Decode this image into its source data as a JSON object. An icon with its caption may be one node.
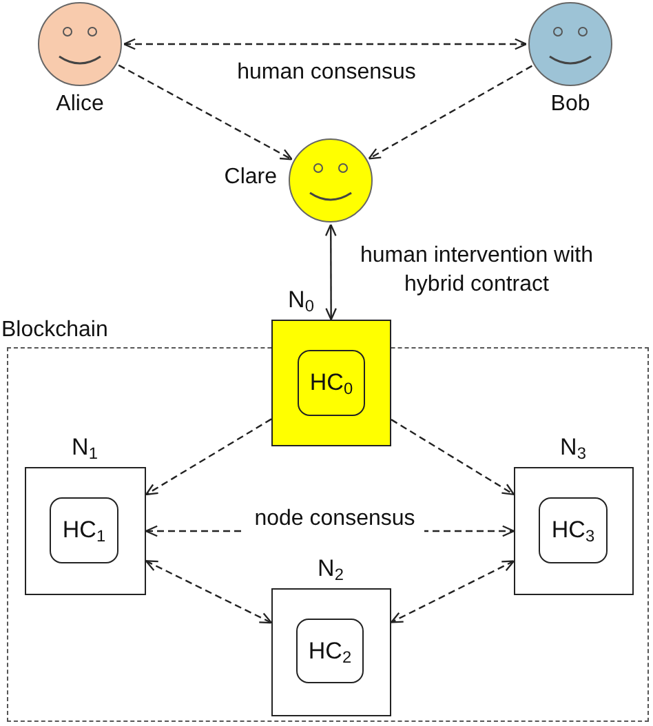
{
  "diagram": {
    "nodes": [
      {
        "text": [
          "Alice"
        ]
      },
      {
        "text": [
          "Bob"
        ]
      },
      {
        "text": [
          "Clare"
        ]
      },
      {
        "text": [
          "Blockchain"
        ]
      },
      {
        "text": [
          "N$_{0}$"
        ]
      },
      {
        "text": [
          "HC$_{0}$"
        ]
      },
      {
        "text": [
          "N$_{1}$"
        ],
        "in": 3
      },
      {
        "text": [
          "HC$_{1}$"
        ],
        "in": 6
      },
      {
        "text": [
          "N$_{3}$"
        ],
        "in": 3
      },
      {
        "text": [
          "HC$_{3}$"
        ],
        "in": 8
      },
      {
        "text": [
          "N$_{2}$"
        ],
        "in": 3
      },
      {
        "text": [
          "HC$_{2}$"
        ],
        "in": 10
      }
    ],
    "edges": [
      {
        "from": 0,
        "to": 1,
        "arrow": "both",
        "style": "dashed",
        "label": "human consensus"
      },
      {
        "from": 0,
        "to": 2,
        "arrow": "to",
        "style": "dashed"
      },
      {
        "from": 1,
        "to": 2,
        "arrow": "to",
        "style": "dashed"
      },
      {
        "from": 2,
        "to": 4,
        "arrow": "both",
        "label": "human intervention with hybrid contract"
      },
      {
        "from": 4,
        "to": 6,
        "arrow": "to",
        "style": "dashed"
      },
      {
        "from": 4,
        "to": 8,
        "arrow": "to",
        "style": "dashed"
      },
      {
        "from": 6,
        "to": 8,
        "arrow": "both",
        "style": "dashed",
        "label": "node consensus"
      },
      {
        "from": 6,
        "to": 10,
        "arrow": "both",
        "style": "dashed"
      },
      {
        "from": 8,
        "to": 10,
        "arrow": "both",
        "style": "dashed"
      }
    ]
  }
}
